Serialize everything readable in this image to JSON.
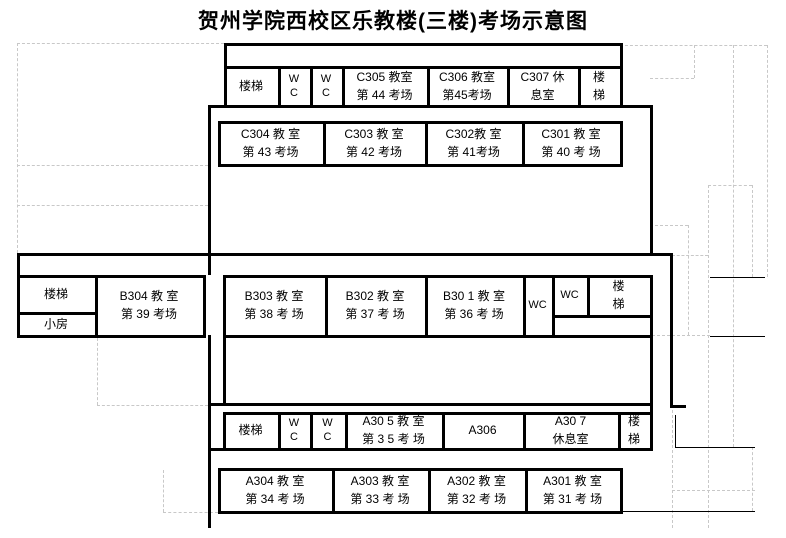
{
  "title": "贺州学院西校区乐教楼(三楼)考场示意图",
  "colors": {
    "wall": "#000000",
    "grid": "#c8c8c8"
  },
  "rows": {
    "top": [
      {
        "name": "stair-top-left",
        "label": "楼梯"
      },
      {
        "name": "wc-top-1",
        "label": "W\nC"
      },
      {
        "name": "wc-top-2",
        "label": "W\nC"
      },
      {
        "name": "room-c305",
        "label": "C305 教室\n第 44 考场"
      },
      {
        "name": "room-c306",
        "label": "C306 教室\n第45考场"
      },
      {
        "name": "room-c307",
        "label": "C307 休\n息室"
      },
      {
        "name": "stair-top-right",
        "label": "楼\n梯"
      }
    ],
    "c": [
      {
        "name": "room-c304",
        "label": "C304 教 室\n第 43 考场"
      },
      {
        "name": "room-c303",
        "label": "C303 教 室\n第 42 考场"
      },
      {
        "name": "room-c302",
        "label": "C302教 室\n第 41考场"
      },
      {
        "name": "room-c301",
        "label": "C301 教 室\n第 40 考 场"
      }
    ],
    "b_left": [
      {
        "name": "stair-b-left",
        "label": "楼梯"
      },
      {
        "name": "small-room",
        "label": "小房"
      },
      {
        "name": "room-b304",
        "label": "B304 教 室\n第 39 考场"
      }
    ],
    "b": [
      {
        "name": "room-b303",
        "label": "B303 教 室\n第 38 考 场"
      },
      {
        "name": "room-b302",
        "label": "B302 教 室\n第 37 考 场"
      },
      {
        "name": "room-b301",
        "label": "B30 1 教 室\n第 36 考 场"
      },
      {
        "name": "wc-b-1",
        "label": "WC"
      },
      {
        "name": "wc-b-2",
        "label": "WC"
      },
      {
        "name": "stair-b-right",
        "label": "楼\n梯"
      }
    ],
    "a": [
      {
        "name": "stair-a-left",
        "label": "楼梯"
      },
      {
        "name": "wc-a-1",
        "label": "W\nC"
      },
      {
        "name": "wc-a-2",
        "label": "W\nC"
      },
      {
        "name": "room-a305",
        "label": "A30 5 教 室\n第 3 5 考 场"
      },
      {
        "name": "room-a306",
        "label": "A306"
      },
      {
        "name": "room-a307",
        "label": "A30 7\n休息室"
      },
      {
        "name": "stair-a-right",
        "label": "楼\n梯"
      }
    ],
    "bottom": [
      {
        "name": "room-a304",
        "label": "A304 教 室\n第 34 考 场"
      },
      {
        "name": "room-a303",
        "label": "A303 教 室\n第 33 考 场"
      },
      {
        "name": "room-a302",
        "label": "A302 教 室\n第 32 考 场"
      },
      {
        "name": "room-a301",
        "label": "A301 教 室\n第 31 考 场"
      }
    ]
  }
}
